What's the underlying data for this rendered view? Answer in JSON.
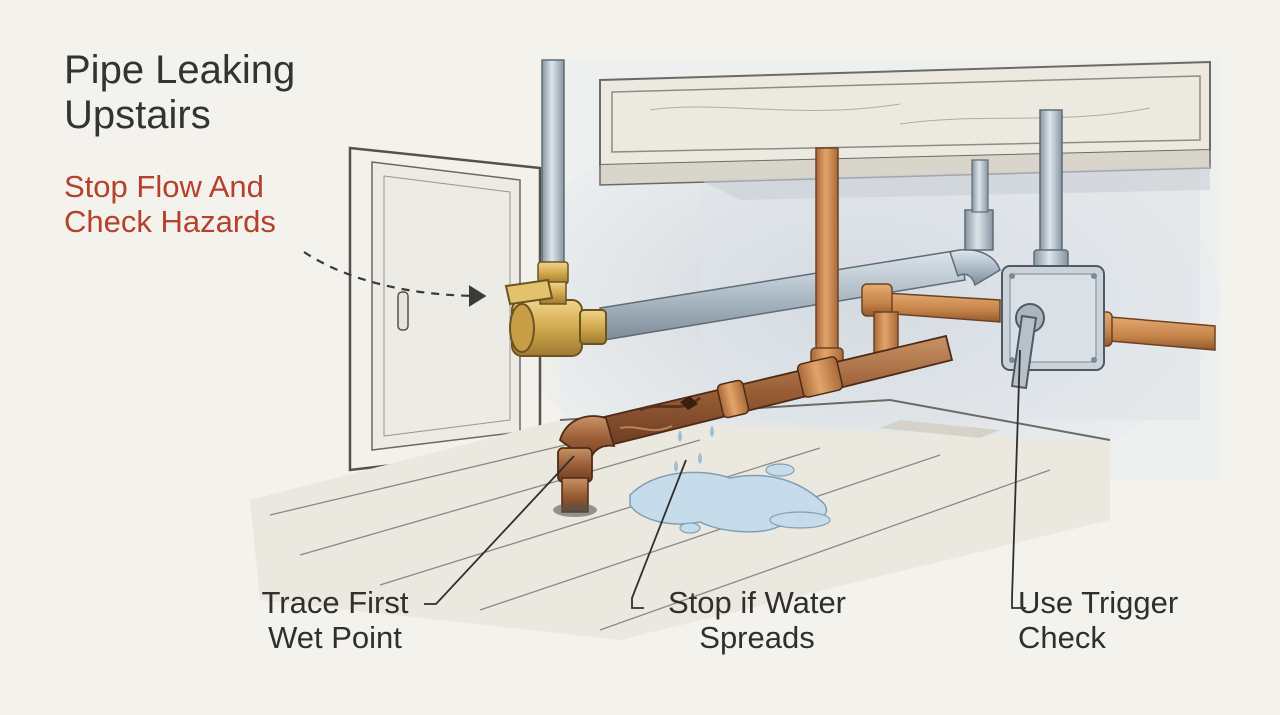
{
  "heading": {
    "title_line1": "Pipe Leaking",
    "title_line2": "Upstairs",
    "subtitle_line1": "Stop Flow And",
    "subtitle_line2": "Check Hazards"
  },
  "callouts": [
    {
      "line1": "Trace First",
      "line2": "Wet Point"
    },
    {
      "line1": "Stop if Water",
      "line2": "Spreads"
    },
    {
      "line1": "Use Trigger",
      "line2": "Check"
    }
  ],
  "colors": {
    "background": "#f4f2ec",
    "title": "#333333",
    "subtitle_accent": "#b5412c",
    "copper": "#c98a4e",
    "rust": "#8a5232",
    "steel": "#a9b7c2",
    "water": "#bcd6e6",
    "brass": "#d6b25a"
  }
}
